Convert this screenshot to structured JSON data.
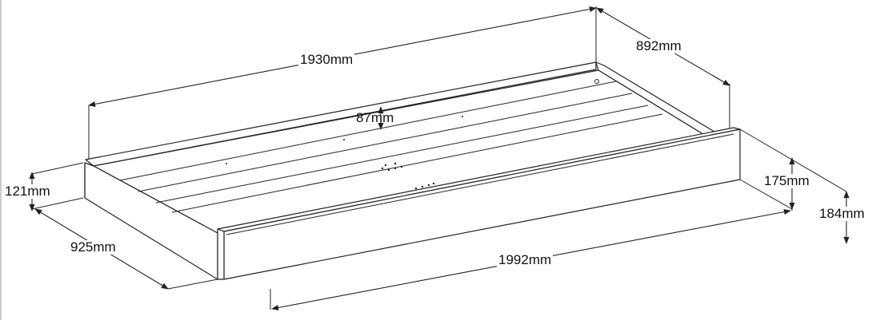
{
  "diagram": {
    "line_color": "#222222",
    "panel_fill": "#ffffff",
    "dimensions": {
      "length_inner": "1930mm",
      "width_inner": "892mm",
      "slat_offset": "87mm",
      "side_height": "121mm",
      "width_outer": "925mm",
      "length_outer": "1992mm",
      "front_height": "175mm",
      "total_height": "184mm"
    }
  }
}
